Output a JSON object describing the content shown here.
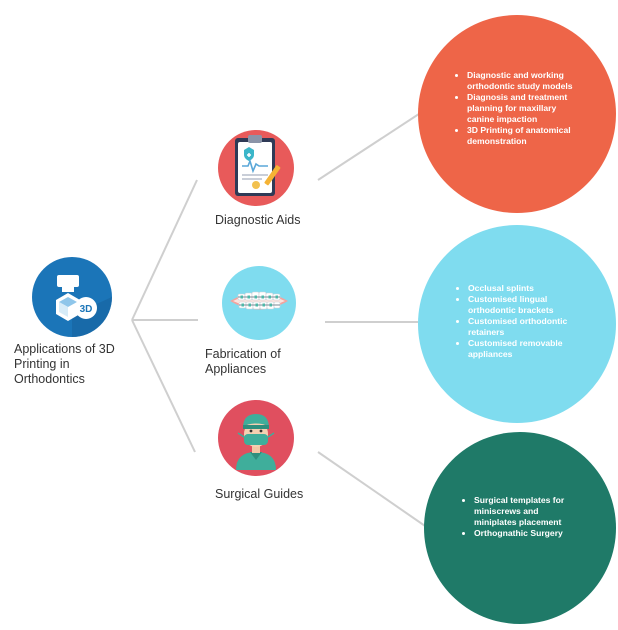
{
  "root": {
    "label": "Applications of 3D Printing in Orthodontics",
    "icon": "printer-3d-icon",
    "icon_text": "3D",
    "color": "#1b75b8"
  },
  "branches": [
    {
      "label": "Diagnostic Aids",
      "icon": "clipboard-report-icon",
      "icon_color": "#e85a5a",
      "circle_color": "#ee6548",
      "items": [
        "Diagnostic and working orthodontic study models",
        "Diagnosis and treatment planning for maxillary canine impaction",
        "3D Printing of anatomical demonstration"
      ]
    },
    {
      "label": "Fabrication of Appliances",
      "icon": "braces-teeth-icon",
      "icon_color": "#7fdcef",
      "circle_color": "#7fdcef",
      "items": [
        "Occlusal splints",
        "Customised lingual orthodontic brackets",
        "Customised orthodontic retainers",
        "Customised removable appliances"
      ]
    },
    {
      "label": "Surgical Guides",
      "icon": "surgeon-icon",
      "icon_color": "#e04f5f",
      "circle_color": "#1f7a68",
      "items": [
        "Surgical templates for miniscrews and miniplates placement",
        "Orthognathic Surgery"
      ]
    }
  ]
}
